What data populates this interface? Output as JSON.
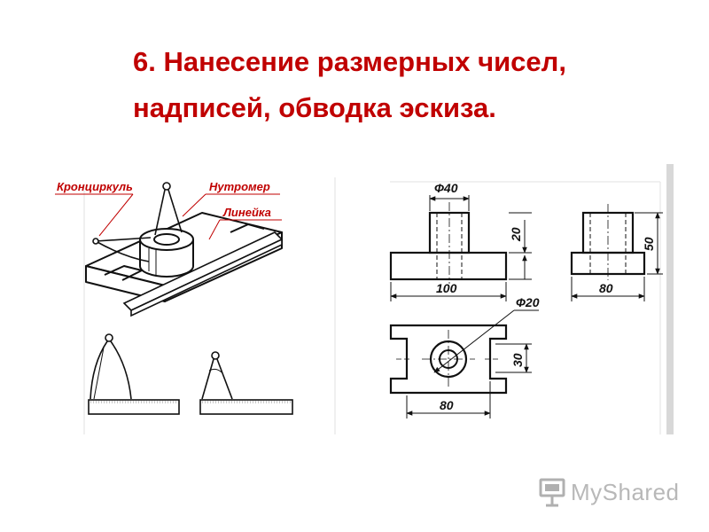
{
  "slide": {
    "title_line1": "6. Нанесение размерных чисел,",
    "title_line2": "надписей, обводка эскиза.",
    "title_color": "#c00000"
  },
  "measuring_tools": {
    "label_calipers": "Кронциркуль",
    "label_inside_calipers": "Нутромер",
    "label_ruler": "Линейка",
    "label_color": "#c00000"
  },
  "sketch": {
    "dim_diameter_top": "Ф40",
    "dim_height_boss": "20",
    "dim_length_base": "100",
    "dim_height_side": "50",
    "dim_width_side": "80",
    "dim_hole_diameter": "Ф20",
    "dim_hole_offset": "30",
    "dim_width_plan": "80"
  },
  "logo": {
    "text": "MyShared",
    "icon": "presentation-board-icon"
  }
}
